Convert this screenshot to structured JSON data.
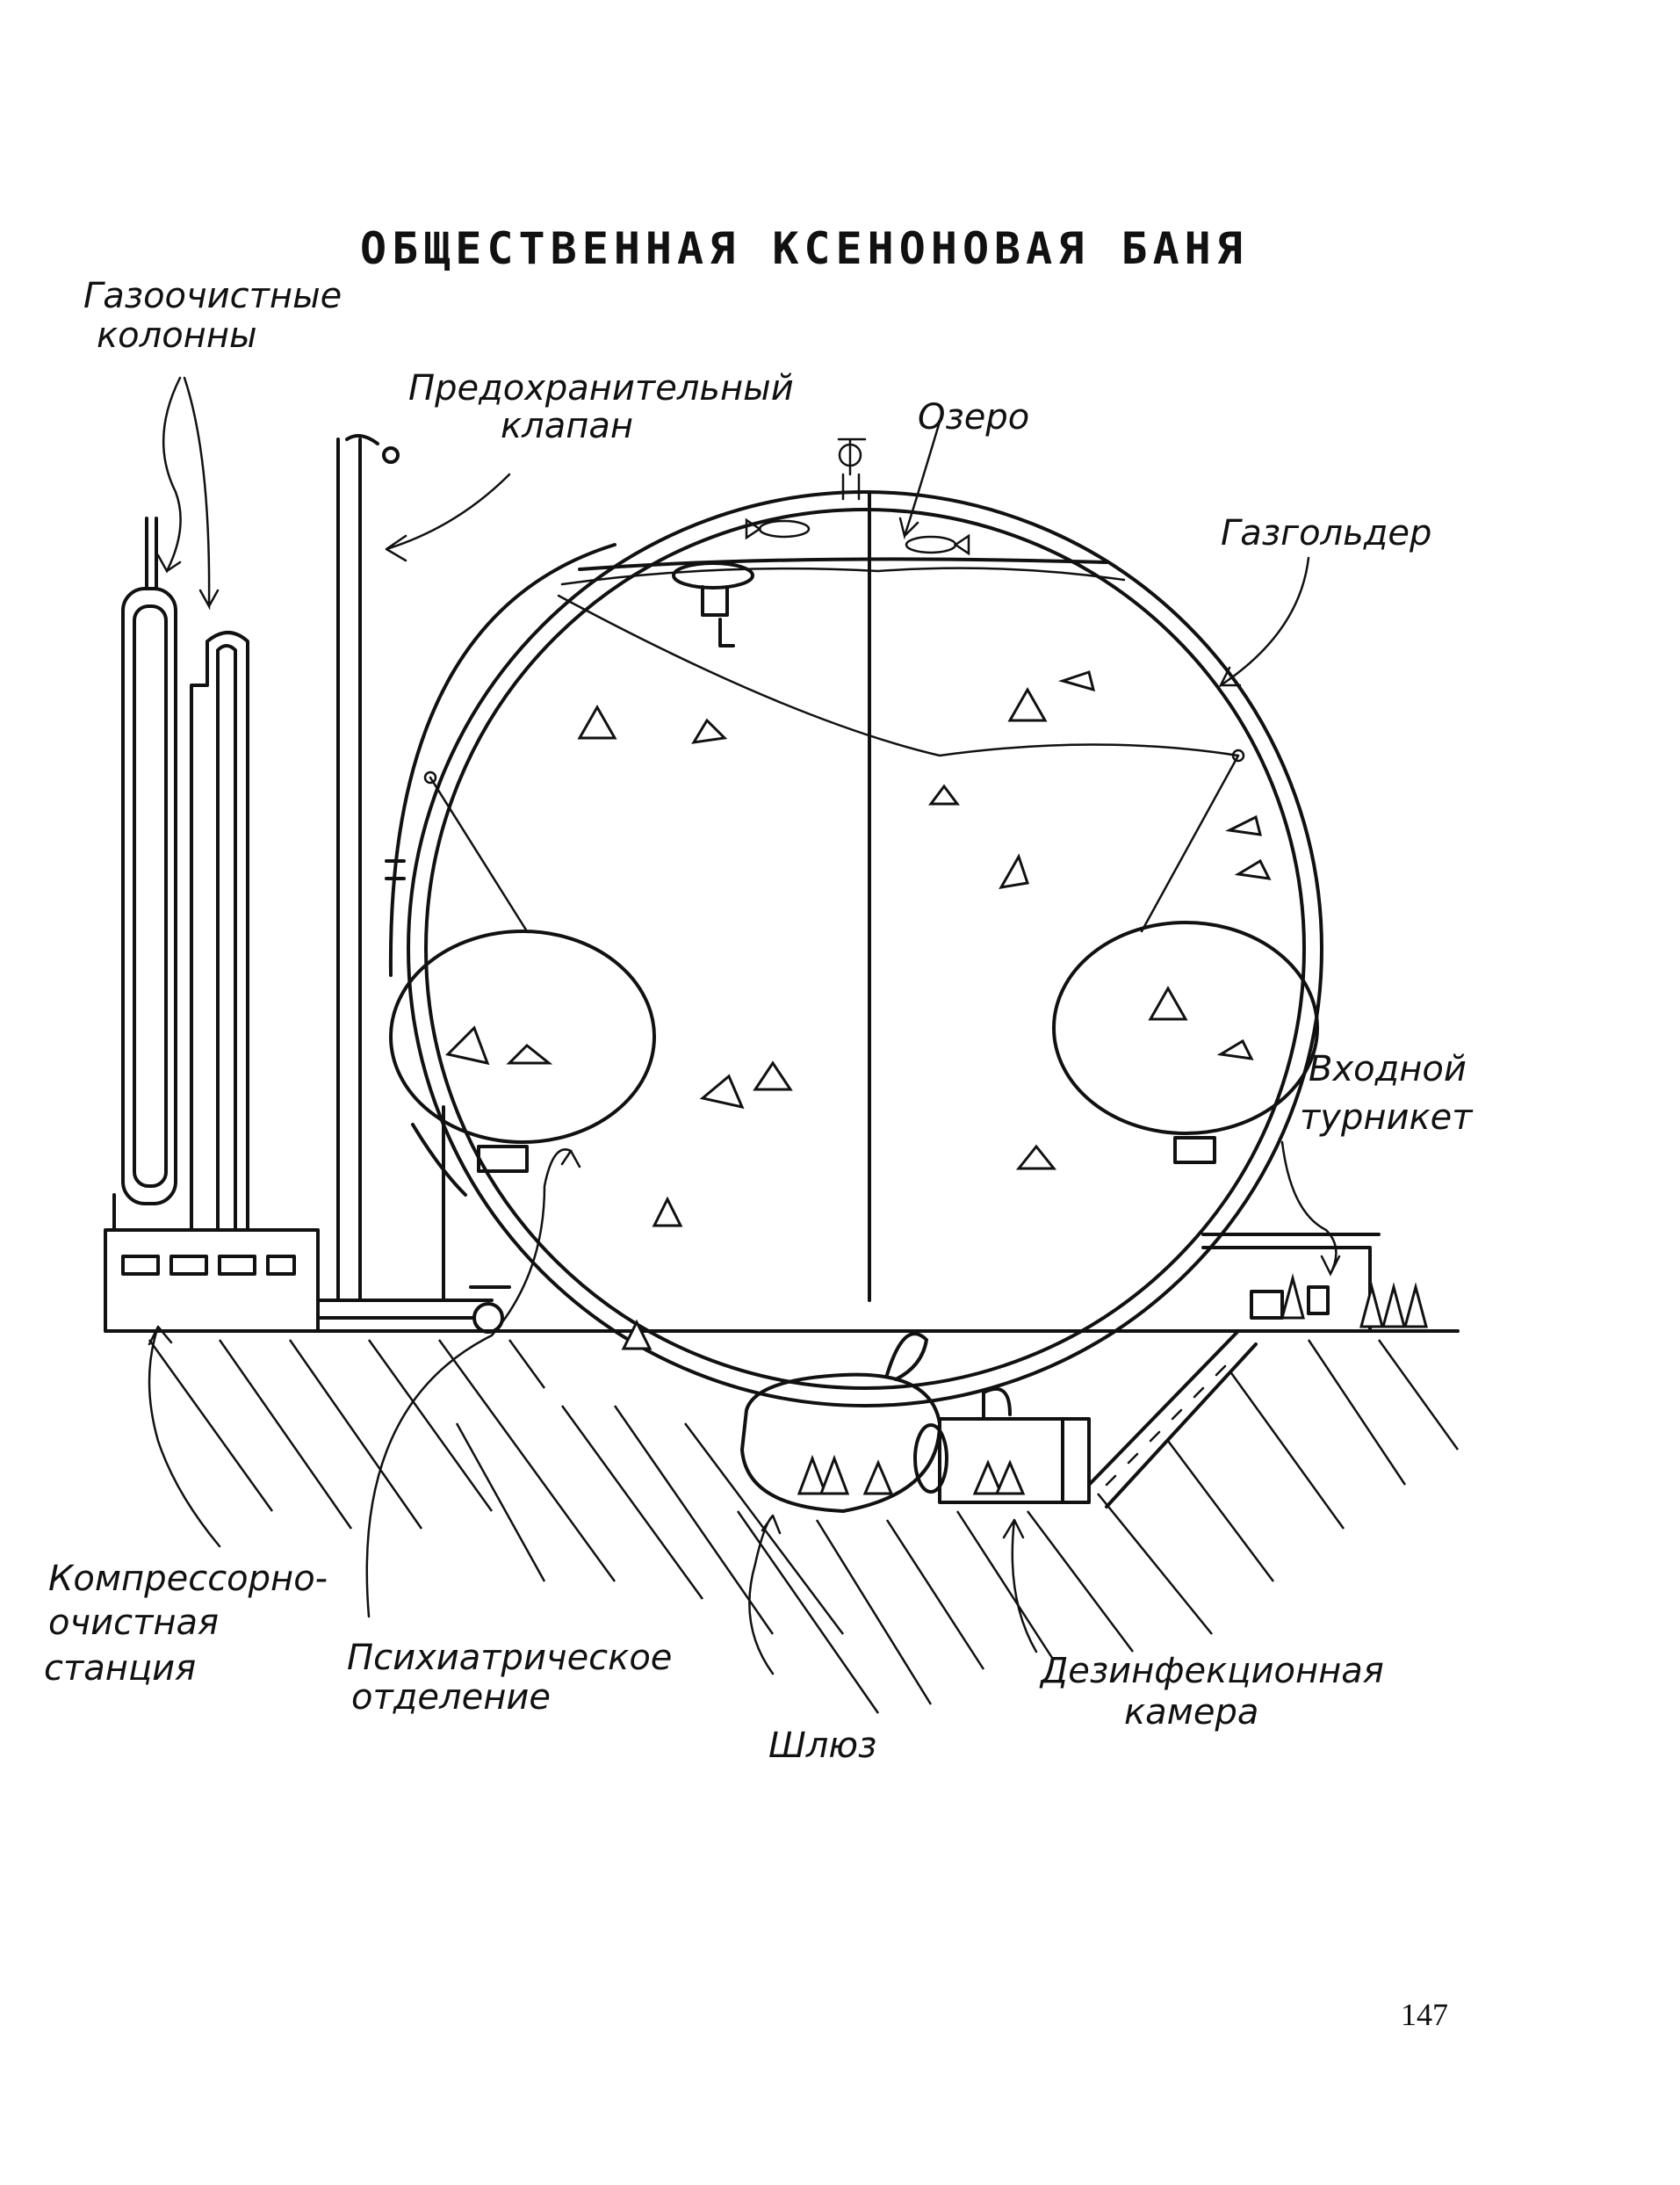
{
  "title": "ОБЩЕСТВЕННАЯ КСЕНОНОВАЯ БАНЯ",
  "labels": {
    "gas_columns_1": "Газоочистные",
    "gas_columns_2": "колонны",
    "safety_valve_1": "Предохранительный",
    "safety_valve_2": "клапан",
    "lake": "Озеро",
    "gasholder": "Газгольдер",
    "turnstile_1": "Входной",
    "turnstile_2": "турникет",
    "compressor_1": "Компрессорно-",
    "compressor_2": "очистная",
    "compressor_3": "станция",
    "psych_1": "Психиатрическое",
    "psych_2": "отделение",
    "airlock": "Шлюз",
    "disinfection_1": "Дезинфекционная",
    "disinfection_2": "камера"
  },
  "page_number": "147"
}
